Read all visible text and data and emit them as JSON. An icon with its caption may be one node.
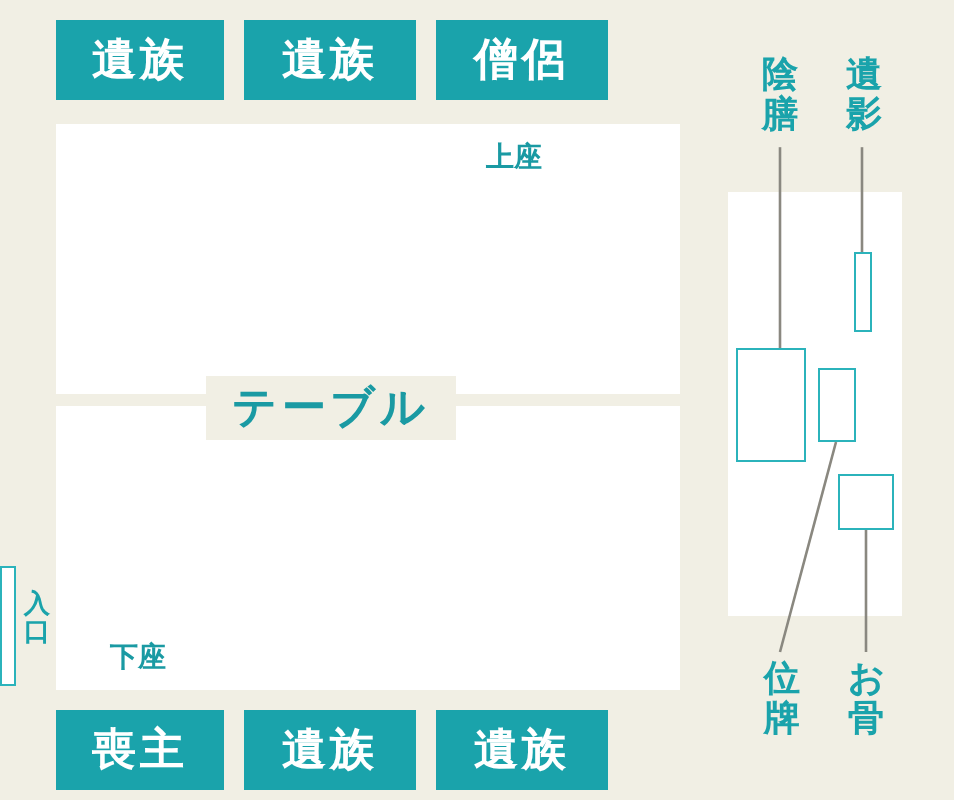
{
  "diagram": {
    "nodes": [
      {
        "text": [
          "遺族"
        ]
      },
      {
        "text": [
          "遺族"
        ]
      },
      {
        "text": [
          "僧侶"
        ]
      },
      {
        "text": [
          "テーブル"
        ]
      },
      {
        "text": [
          "陰膳"
        ]
      },
      {
        "text": [
          "遺影"
        ]
      },
      {
        "text": [],
        "shape": "box"
      },
      {
        "text": [],
        "shape": "box",
        "in": 6
      },
      {
        "text": [],
        "shape": "box",
        "in": 6
      },
      {
        "text": [],
        "shape": "box",
        "in": 6
      },
      {
        "text": [],
        "shape": "box",
        "in": 6
      },
      {
        "text": [
          "入口"
        ]
      },
      {
        "text": [
          "位牌"
        ]
      },
      {
        "text": [
          "お骨"
        ]
      },
      {
        "text": [
          "喪主"
        ]
      },
      {
        "text": [
          "遺族"
        ]
      },
      {
        "text": [
          "遺族"
        ]
      }
    ],
    "edges": [
      {
        "from": 4,
        "to": 8,
        "arrow": "none"
      },
      {
        "from": 5,
        "to": 7,
        "arrow": "none"
      },
      {
        "from": 12,
        "to": 9,
        "arrow": "none"
      },
      {
        "from": 13,
        "to": 10,
        "arrow": "none"
      }
    ],
    "labels": [
      "上座",
      "下座"
    ]
  }
}
